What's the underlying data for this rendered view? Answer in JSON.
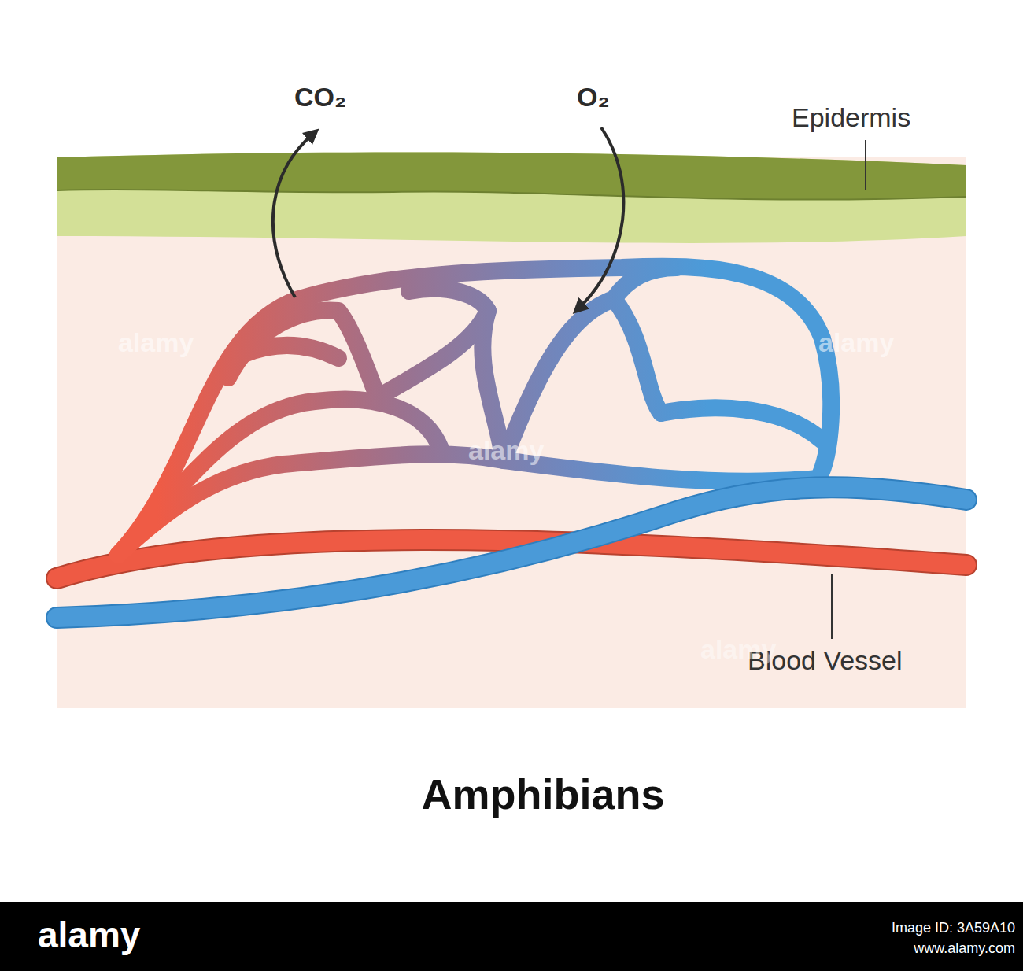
{
  "diagram": {
    "title": "Amphibians",
    "labels": [
      "CO₂",
      "O₂",
      "Epidermis",
      "Blood Vessel",
      "alamy",
      "alamy",
      "alamy",
      "alamy",
      "alamy",
      "Image ID: 3A59A10",
      "www.alamy.com"
    ]
  }
}
